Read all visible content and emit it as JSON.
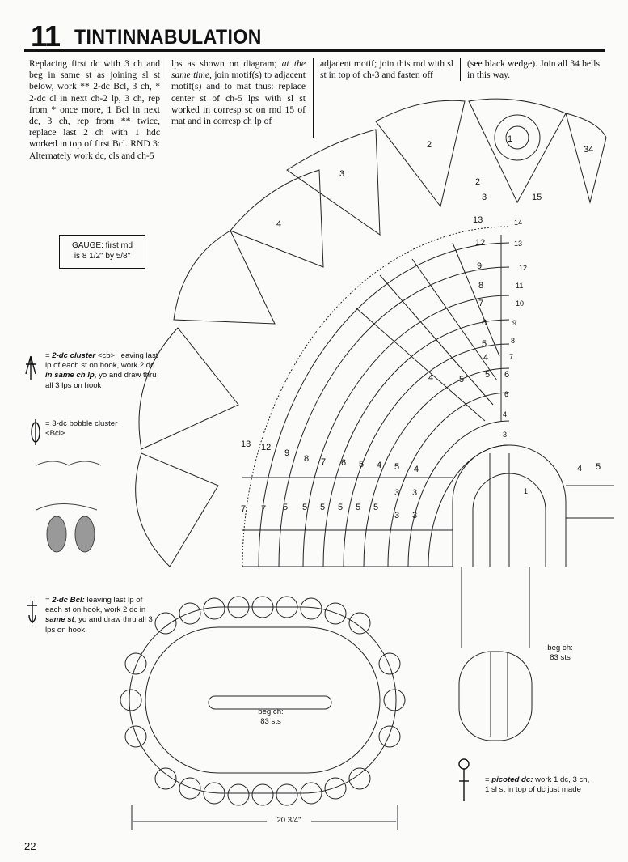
{
  "header": {
    "number": "11",
    "title": "TINTINNABULATION"
  },
  "instructions": {
    "col1": "Replacing first dc with 3 ch and beg in same st as joining sl st below, work ** 2-dc Bcl, 3 ch, * 2-dc cl in next ch-2 lp, 3 ch, rep from * once more, 1 Bcl in next dc, 3 ch, rep from ** twice, replace last 2 ch with 1 hdc worked in top of first Bcl. RND 3: Alternately work dc, cls and ch-5",
    "col2_a": "lps as shown on diagram; ",
    "col2_em": "at the same time,",
    "col2_b": " join motif(s) to adjacent motif(s) and to mat thus: replace center st of ch-5 lps with sl st worked in corresp sc on rnd 15 of mat and in corresp ch lp of",
    "col3": "adjacent motif; join this rnd with sl st in top of ch-3 and fasten off",
    "col4": "(see black wedge). Join all 34 bells in this way."
  },
  "gauge": {
    "line1": "GAUGE: first rnd",
    "line2": "is 8 1/2\" by 5/8\""
  },
  "legend": {
    "cluster_name": "2-dc cluster",
    "cluster_abbr": " <cb>: leaving last lp of each st on hook, work 2 dc ",
    "cluster_em": "in same ch lp",
    "cluster_rest": ", yo and draw thru all 3 lps on hook",
    "bobble": "= 3-dc bobble cluster <Bcl>",
    "bcl_name": "2-dc Bcl:",
    "bcl_a": " leaving last lp of each st on hook, work 2 dc in ",
    "bcl_em": "same st",
    "bcl_rest": ", yo and draw thru all 3 lps on hook",
    "picot_name": "picoted dc:",
    "picot_rest": " work 1 dc, 3 ch, 1 sl st in top of dc just made"
  },
  "diagram": {
    "motif_numbers": [
      "2",
      "3",
      "4",
      "34",
      "1",
      "2",
      "3",
      "15"
    ],
    "row_numbers_right": [
      "13",
      "12",
      "9",
      "8",
      "7",
      "6",
      "5",
      "4",
      "4",
      "5",
      "5",
      "6"
    ],
    "row_numbers_left": [
      "13",
      "12",
      "9",
      "8",
      "7",
      "6",
      "5",
      "4",
      "5",
      "4"
    ],
    "row_numbers_bottom": [
      "7",
      "7",
      "5",
      "5",
      "5",
      "5",
      "5",
      "5",
      "3",
      "3",
      "3",
      "3"
    ],
    "small_numbers": [
      "14",
      "13",
      "12",
      "11",
      "10",
      "9",
      "8",
      "7",
      "6",
      "4",
      "3",
      "1"
    ],
    "right_edge": [
      "4",
      "5"
    ]
  },
  "beg_ch_right": {
    "line1": "beg ch:",
    "line2": "83 sts"
  },
  "beg_ch_oval": {
    "line1": "beg ch:",
    "line2": "83 sts"
  },
  "dimension": "20 3/4\"",
  "page_number": "22"
}
